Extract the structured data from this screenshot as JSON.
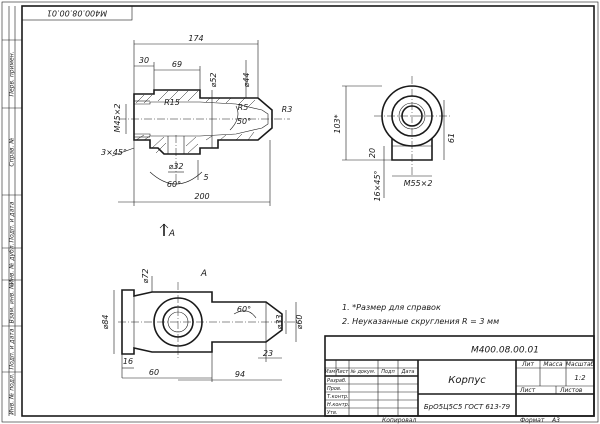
{
  "stamp_top": "М400.08.00.01",
  "left_strip": {
    "perv_primen": "Перв. примен.",
    "sprav": "Справ. №",
    "podp_data1": "Подп. и дата",
    "inv_dubl": "Инв. № дубл.",
    "vzam_inv": "Взам. инв. №",
    "podp_data2": "Подп. и дата",
    "inv_podl": "Инв. № подл."
  },
  "dims_front": {
    "d174": "174",
    "d30": "30",
    "d69": "69",
    "d52": "⌀52",
    "d44": "⌀44",
    "m45": "M45×2",
    "r15": "R15",
    "r5": "R5",
    "r3": "R3",
    "a50": "50°",
    "c3x45": "3×45°",
    "d32": "⌀32",
    "d5": "5",
    "a60": "60°",
    "d200": "200"
  },
  "dims_side": {
    "d103": "103*",
    "d61": "61",
    "d20": "20",
    "c16x45": "16×45°",
    "m55": "M55×2"
  },
  "section_label_arrow": "A",
  "section_label_view": "A",
  "dims_plan": {
    "d72": "⌀72",
    "d84": "⌀84",
    "a60": "60°",
    "d33": "⌀33",
    "d60": "⌀60",
    "d16": "16",
    "d60b": "60",
    "d23": "23",
    "d94": "94"
  },
  "notes": {
    "n1": "1. *Размер для справок",
    "n2": "2. Неуказанные скругления R = 3 мм"
  },
  "title_block": {
    "designation": "М400.08.00.01",
    "name": "Корпус",
    "material": "БрО5Ц5С5 ГОСТ 613-79",
    "col_lit": "Лит",
    "col_mass": "Масса",
    "col_scale": "Масштаб",
    "scale_value": "1:2",
    "sheet": "Лист",
    "sheets": "Листов",
    "row_izm": "Изм",
    "row_list": "Лист",
    "row_ndoc": "№ докум.",
    "row_podp": "Подп",
    "row_data": "Дата",
    "razrab": "Разраб.",
    "prov": "Пров.",
    "tkontr": "Т.контр.",
    "nkontr": "Н.контр.",
    "utv": "Утв."
  },
  "footer": {
    "kopiroval": "Копировал",
    "format": "Формат",
    "format_value": "А3"
  }
}
